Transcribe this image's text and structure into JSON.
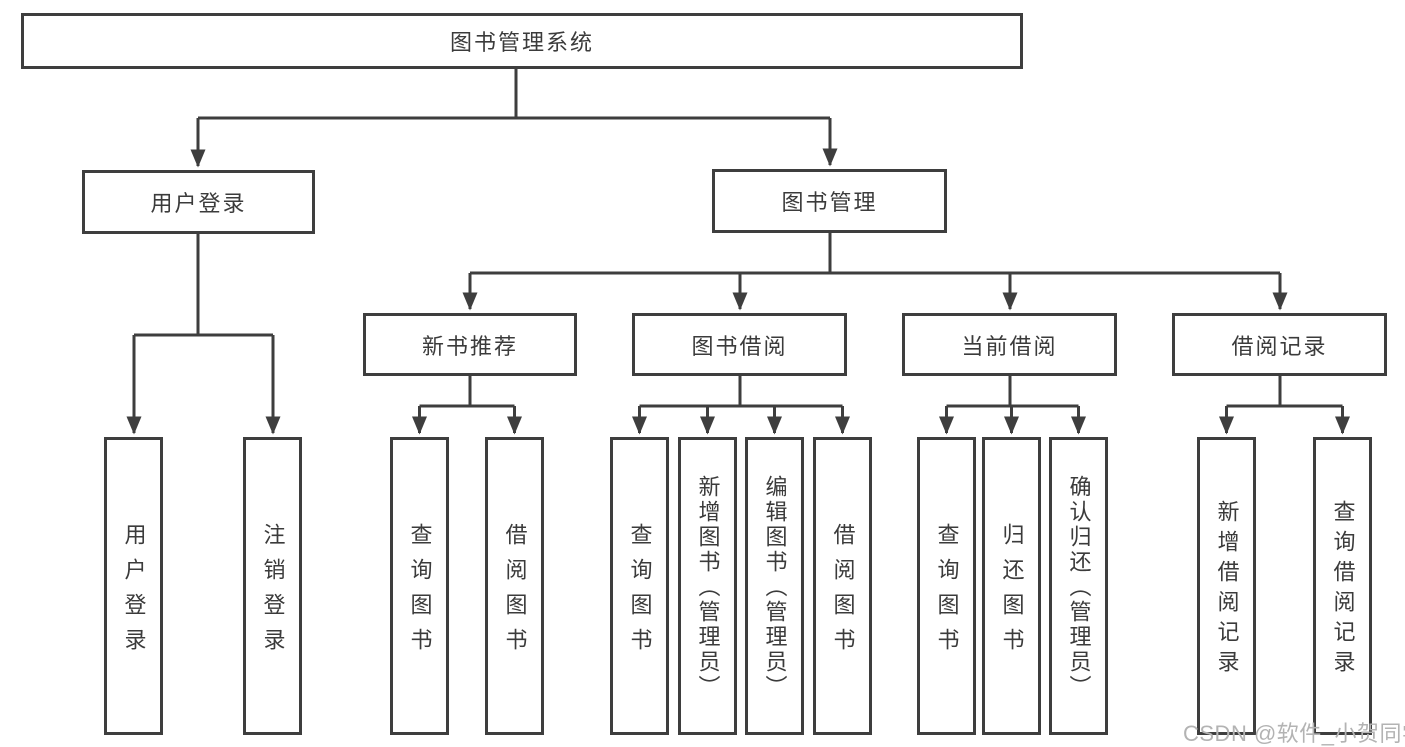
{
  "diagram": {
    "title": "图书管理系统",
    "level2": {
      "user_login": "用户登录",
      "book_mgmt": "图书管理"
    },
    "level3": {
      "new_books": "新书推荐",
      "book_borrow": "图书借阅",
      "current_borrow": "当前借阅",
      "borrow_records": "借阅记录"
    },
    "leaves": {
      "user_login_1": "用户登录",
      "user_login_2": "注销登录",
      "new_books_1": "查询图书",
      "new_books_2": "借阅图书",
      "book_borrow_1": "查询图书",
      "book_borrow_2": "新增图书（管理员）",
      "book_borrow_3": "编辑图书（管理员）",
      "book_borrow_4": "借阅图书",
      "current_borrow_1": "查询图书",
      "current_borrow_2": "归还图书",
      "current_borrow_3": "确认归还（管理员）",
      "borrow_records_1": "新增借阅记录",
      "borrow_records_2": "查询借阅记录"
    }
  },
  "watermark": {
    "text": "CSDN @软件_小贺同学",
    "color": "#B3B3B3"
  },
  "colors": {
    "line": "#3E3E3E",
    "text": "#3B3B3B",
    "box_fill": "#FFFFFF",
    "background": "#FFFFFF"
  }
}
